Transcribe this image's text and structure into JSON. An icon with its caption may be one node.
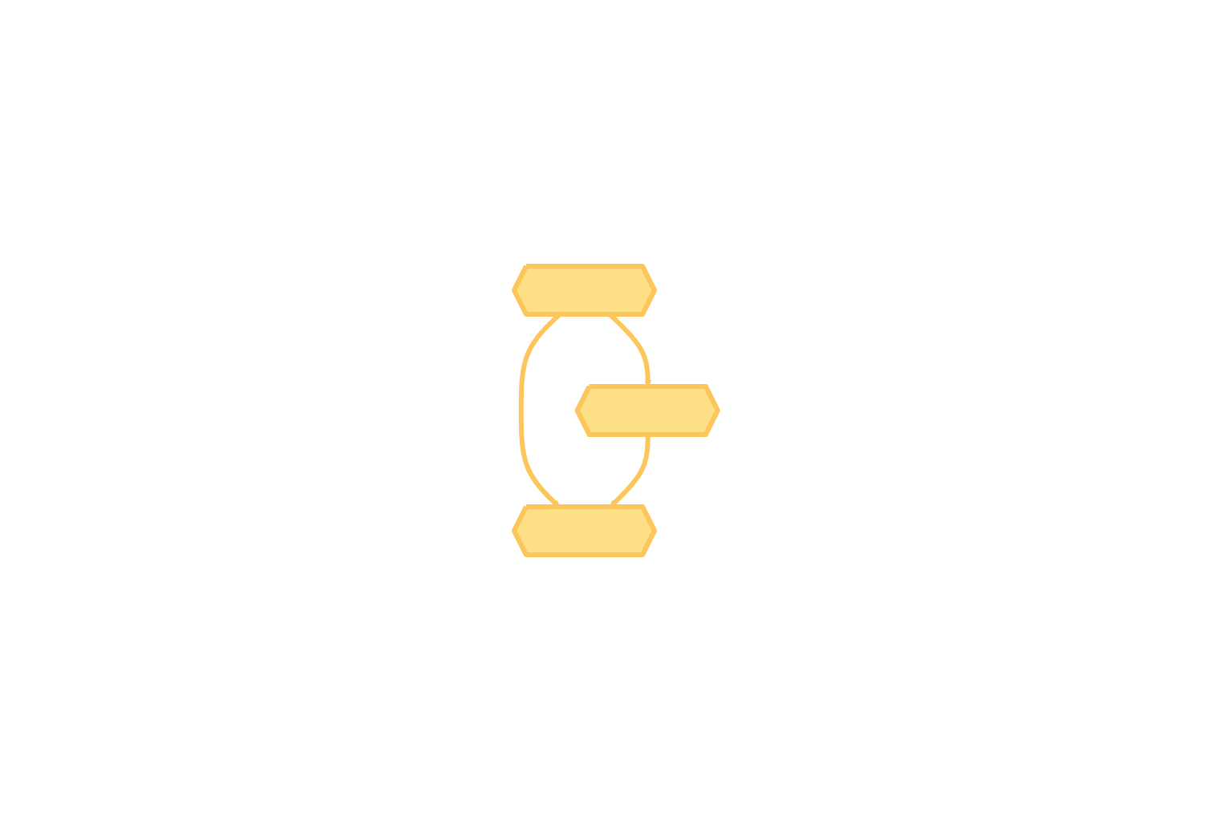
{
  "diagram": {
    "nodes": [
      {
        "text": [],
        "shape": "hexagon"
      },
      {
        "text": [],
        "shape": "hexagon"
      },
      {
        "text": [],
        "shape": "hexagon"
      }
    ],
    "edges": [
      {
        "from": 0,
        "to": 1,
        "arrow": "to"
      },
      {
        "from": 0,
        "to": 2,
        "arrow": "to"
      },
      {
        "from": 1,
        "to": 2,
        "arrow": "to"
      }
    ]
  }
}
